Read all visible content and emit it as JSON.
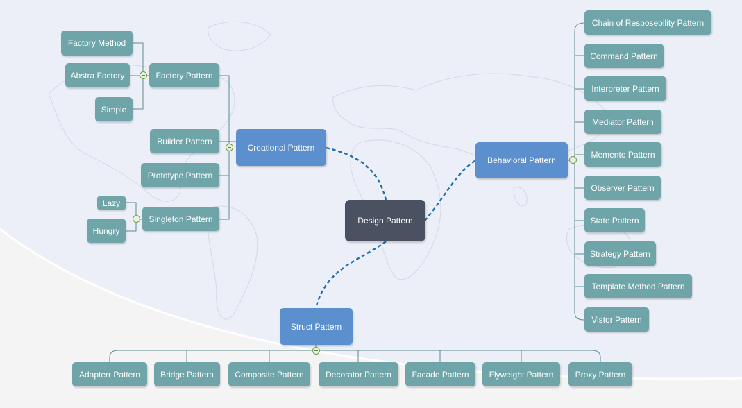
{
  "root": {
    "label": "Design Pattern"
  },
  "branches": {
    "creational": {
      "label": "Creational Pattern"
    },
    "behavioral": {
      "label": "Behavioral Pattern"
    },
    "struct": {
      "label": "Struct Pattern"
    }
  },
  "creational_children": {
    "factory": "Factory Pattern",
    "builder": "Builder Pattern",
    "prototype": "Prototype Pattern",
    "singleton": "Singleton Pattern"
  },
  "factory_children": {
    "factory_method": "Factory Method",
    "abstra_factory": "Abstra Factory",
    "simple": "Simple"
  },
  "singleton_children": {
    "lazy": "Lazy",
    "hungry": "Hungry"
  },
  "behavioral_children": [
    "Chain of Resposebility Pattern",
    "Command Pattern",
    "Interpreter Pattern",
    "Mediator Pattern",
    "Memento Pattern",
    "Observer Pattern",
    "State Pattern",
    "Strategy Pattern",
    "Template Method Pattern",
    "Vistor Pattern"
  ],
  "struct_children": [
    "Adapterr Pattern",
    "Bridge Pattern",
    "Composite Pattern",
    "Decorator Pattern",
    "Facade Pattern",
    "Flyweight Pattern",
    "Proxy Pattern"
  ],
  "colors": {
    "root": "#4a5160",
    "branch": "#5b8fcd",
    "leaf": "#6fa5a8",
    "dashed_link": "#1a6fb0",
    "tree_line": "#5e8a8c"
  }
}
